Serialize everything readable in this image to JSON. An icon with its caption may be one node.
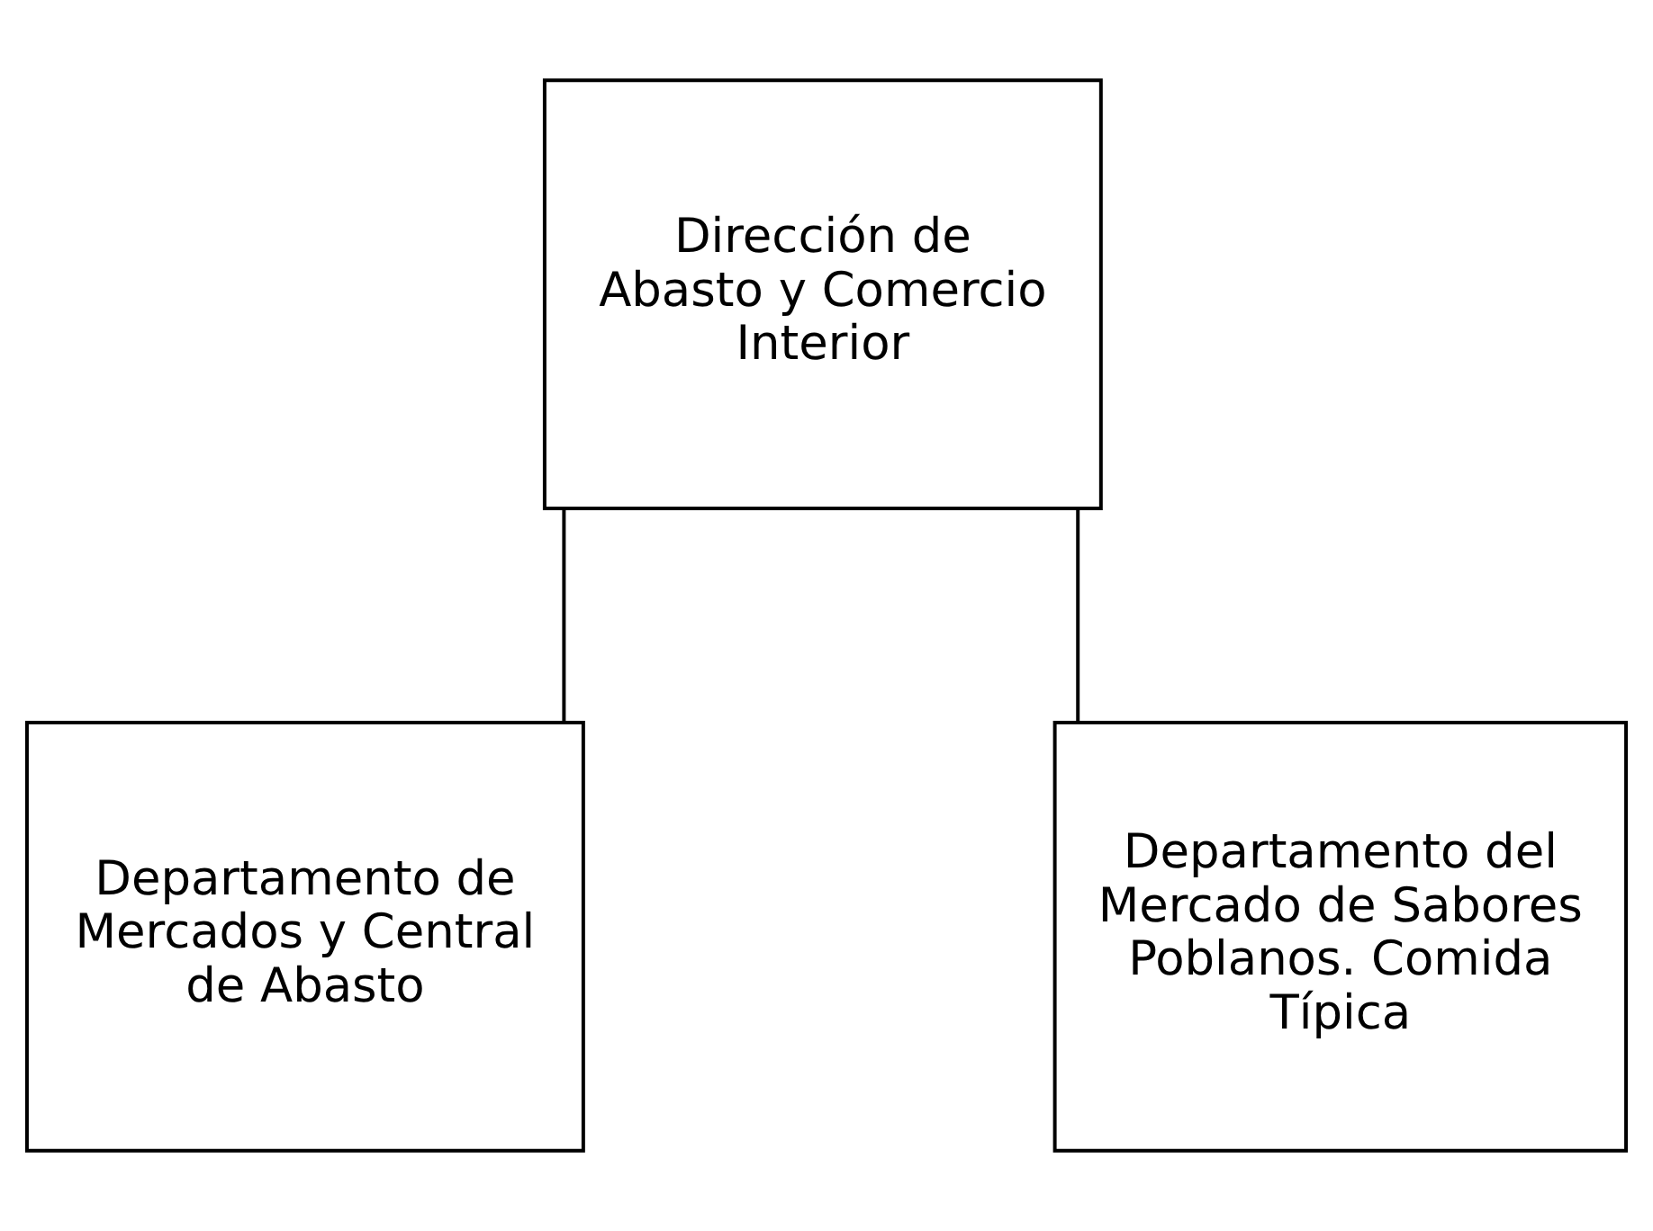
{
  "diagram": {
    "nodes": [
      {
        "text": [
          "Dirección de Abasto y Comercio Interior"
        ]
      },
      {
        "text": [
          "Departamento de Mercados y Central de Abasto"
        ]
      },
      {
        "text": [
          "Departamento del Mercado de Sabores Poblanos. Comida Típica"
        ]
      }
    ],
    "edges": [
      {
        "from": 0,
        "to": 1,
        "arrow": "none"
      },
      {
        "from": 0,
        "to": 2,
        "arrow": "none"
      }
    ]
  }
}
